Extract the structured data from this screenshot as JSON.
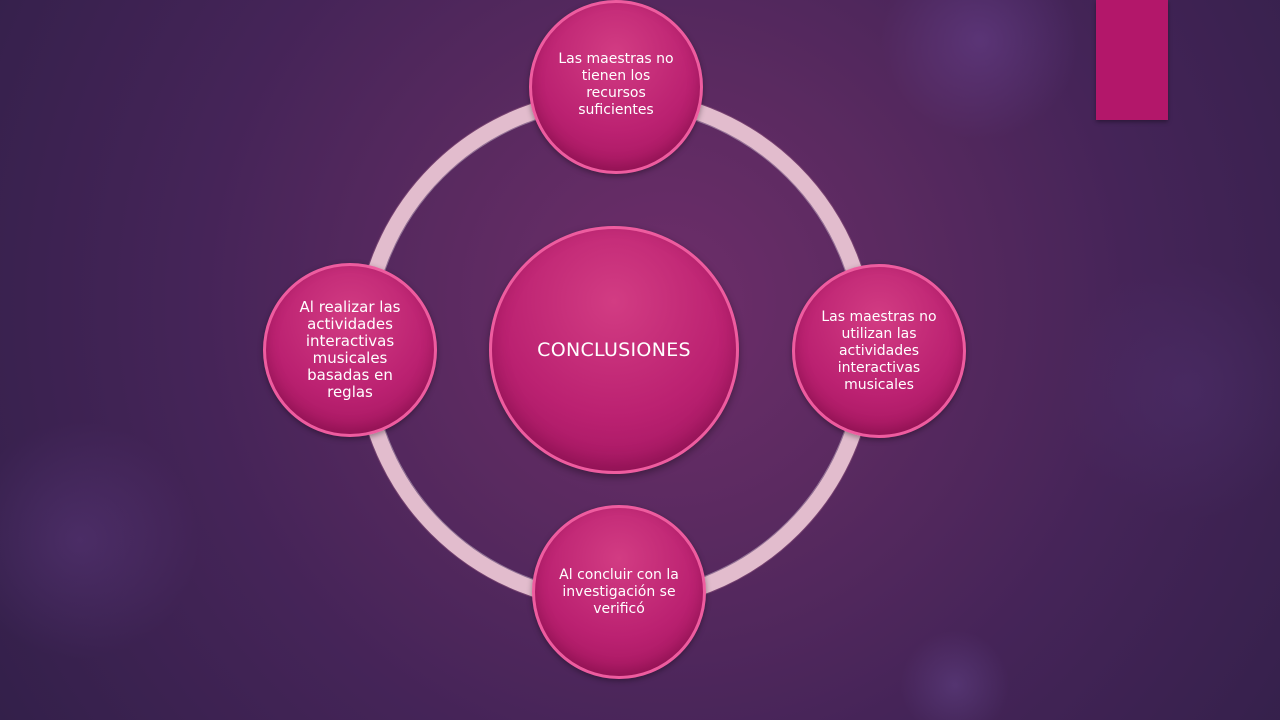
{
  "diagram": {
    "center": {
      "label": "CONCLUSIONES"
    },
    "nodes": [
      {
        "label": "Las maestras no tienen los recursos suficientes"
      },
      {
        "label": "Las maestras no utilizan las actividades interactivas musicales"
      },
      {
        "label": "Al concluir con la investigación se verificó"
      },
      {
        "label": "Al realizar las actividades interactivas musicales basadas en reglas"
      }
    ]
  },
  "colors": {
    "background": "#4a255c",
    "node_fill": "#bb2171",
    "node_border": "#ee5c9f",
    "ring": "#e2bccd",
    "accent_tab": "#b3176a"
  }
}
